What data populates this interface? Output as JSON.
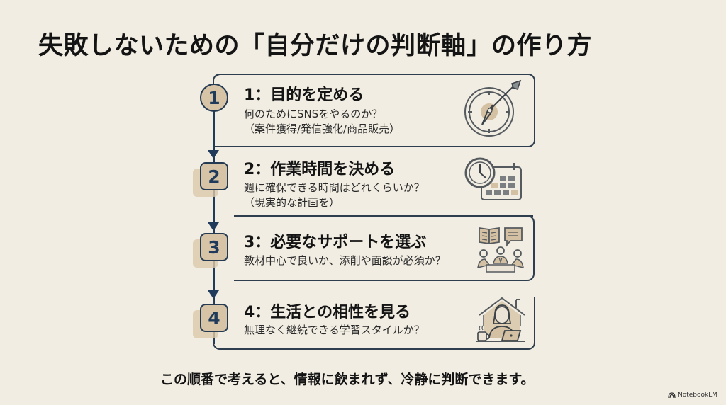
{
  "title": "失敗しないための「自分だけの判断軸」の作り方",
  "steps": [
    {
      "number": "1",
      "badge_shape": "circle",
      "title": "1：目的を定める",
      "description_lines": [
        "何のためにSNSをやるのか？",
        "（案件獲得/発信強化/商品販売）"
      ],
      "icon": "compass-target-icon"
    },
    {
      "number": "2",
      "badge_shape": "square",
      "title": "2：作業時間を決める",
      "description_lines": [
        "週に確保できる時間はどれくらいか？",
        "（現実的な計画を）"
      ],
      "icon": "clock-calendar-icon"
    },
    {
      "number": "3",
      "badge_shape": "square",
      "title": "3：必要なサポートを選ぶ",
      "description_lines": [
        "教材中心で良いか、添削や面談が必須か？"
      ],
      "icon": "book-chat-meeting-icon"
    },
    {
      "number": "4",
      "badge_shape": "square",
      "title": "4：生活との相性を見る",
      "description_lines": [
        "無理なく継続できる学習スタイルか？"
      ],
      "icon": "home-study-icon"
    }
  ],
  "footer": "この順番で考えると、情報に飲まれず、冷静に判断できます。",
  "brand": "NotebookLM",
  "colors": {
    "background": "#f1ede2",
    "navy": "#1f3a5a",
    "badge_fill": "#d7c4a7",
    "card_border": "#2e3e4e",
    "icon_stroke": "#555a5e",
    "icon_fill": "#d4c0a2"
  }
}
